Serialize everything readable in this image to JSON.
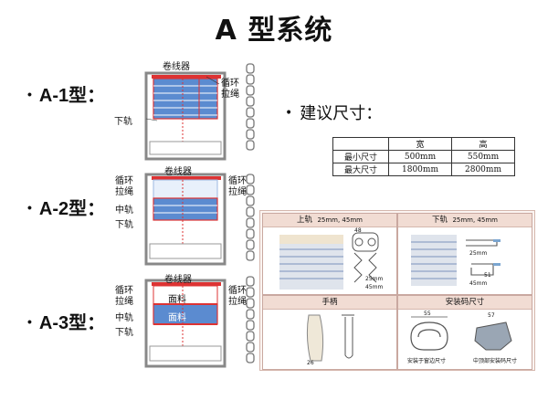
{
  "page": {
    "title": "A 型系统",
    "bullet_dot": "•",
    "bullets": [
      "A-1型：",
      "A-2型：",
      "A-3型："
    ]
  },
  "diagram_a1": {
    "top": "卷线器",
    "right_1": "循环",
    "right_2": "拉绳",
    "bottom": "下轨"
  },
  "diagram_a2": {
    "top": "卷线器",
    "left_1": "循环",
    "left_2": "拉绳",
    "mid": "中轨",
    "bottom": "下轨"
  },
  "diagram_a3": {
    "top": "卷线器",
    "left_1": "循环",
    "left_2": "拉绳",
    "mid": "中轨",
    "bottom": "下轨",
    "fabric_1": "面料",
    "fabric_2": "面料"
  },
  "recommend": {
    "title": "建议尺寸：",
    "header": [
      "",
      "宽",
      "高"
    ],
    "rows": [
      [
        "最小尺寸",
        "500mm",
        "550mm"
      ],
      [
        "最大尺寸",
        "1800mm",
        "2800mm"
      ]
    ]
  },
  "spec_panel": {
    "top_rail": {
      "label": "上轨",
      "sizes": "25mm, 45mm",
      "dim_1": "48",
      "dim_2": "25mm",
      "dim_3": "45mm"
    },
    "bottom_rail": {
      "label": "下轨",
      "sizes": "25mm, 45mm",
      "dim_1": "25mm",
      "dim_2": "45mm",
      "dim_3": "51"
    },
    "handle": {
      "label": "手柄",
      "dim": "26"
    },
    "mount": {
      "label": "安装码尺寸",
      "dim_1": "55",
      "dim_2": "57",
      "cap_1": "安装于窗边尺寸",
      "cap_2": "中顶部安装码尺寸"
    }
  }
}
